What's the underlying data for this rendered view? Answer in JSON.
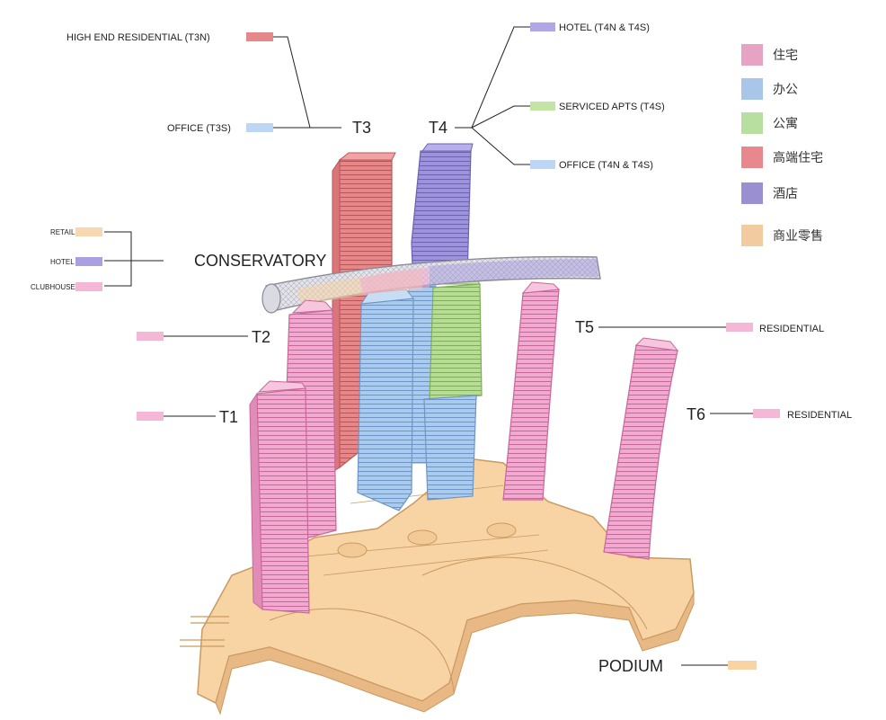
{
  "colors": {
    "residential": "#f0a9cf",
    "residential_dark": "#c9679a",
    "office": "#a9cbef",
    "office_dark": "#6e95c3",
    "serviced": "#b7dc94",
    "high_end": "#e6888a",
    "high_end_dark": "#b95658",
    "hotel": "#9d93dc",
    "hotel_dark": "#6b62b0",
    "retail": "#f8d3a4",
    "retail_dark": "#c99a62",
    "line": "#222222"
  },
  "towers": {
    "t1": "T1",
    "t2": "T2",
    "t3": "T3",
    "t4": "T4",
    "t5": "T5",
    "t6": "T6"
  },
  "labels": {
    "high_end_residential": "HIGH END RESIDENTIAL (T3N)",
    "office_t3s": "OFFICE (T3S)",
    "hotel_t4": "HOTEL (T4N & T4S)",
    "serviced_apts": "SERVICED APTS (T4S)",
    "office_t4": "OFFICE (T4N & T4S)",
    "conservatory": "CONSERVATORY",
    "retail": "RETAIL",
    "hotel": "HOTEL",
    "clubhouse": "CLUBHOUSE",
    "residential_t5": "RESIDENTIAL",
    "residential_t6": "RESIDENTIAL",
    "podium": "PODIUM"
  },
  "legend": [
    {
      "label": "住宅",
      "color": "#e7a3c3"
    },
    {
      "label": "办公",
      "color": "#a9c5e8"
    },
    {
      "label": "公寓",
      "color": "#b9dfa0"
    },
    {
      "label": "高端住宅",
      "color": "#e8888e"
    },
    {
      "label": "酒店",
      "color": "#9a8fd1"
    },
    {
      "label": "商业零售",
      "color": "#f3cba0"
    }
  ]
}
